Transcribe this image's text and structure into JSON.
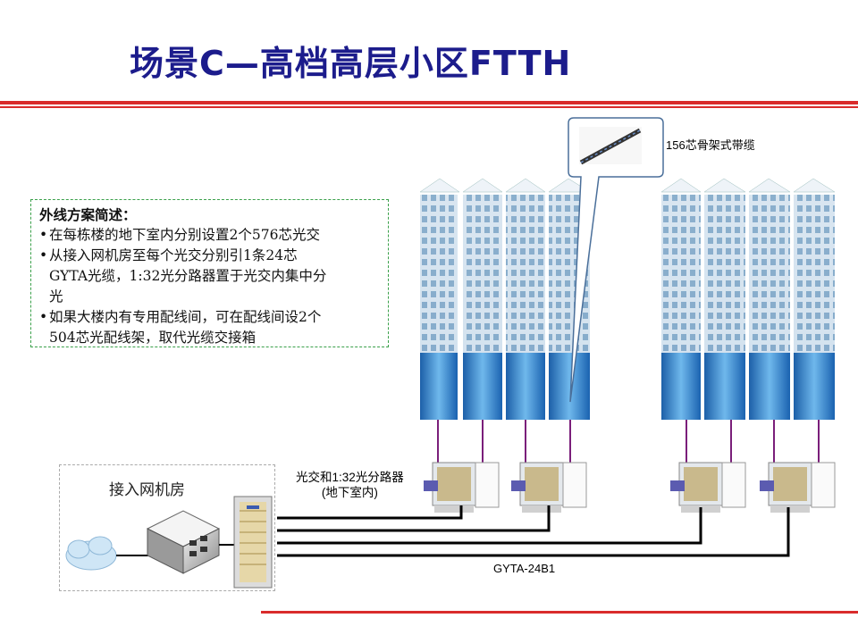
{
  "slide": {
    "title": "场景C—高档高层小区FTTH"
  },
  "summary": {
    "heading": "外线方案简述：",
    "bullets": [
      "在每栋楼的地下室内分别设置2个576芯光交",
      "从接入网机房至每个光交分别引1条24芯",
      "GYTA光缆，1:32光分路器置于光交内集中分",
      "光",
      "如果大楼内有专用配线间，可在配线间设2个",
      "504芯光配线架，取代光缆交接箱"
    ]
  },
  "diagram": {
    "access_room_label": "接入网机房",
    "callout_label": "156芯骨架式带缆",
    "splitter_label_line1": "光交和1:32光分路器",
    "splitter_label_line2": "(地下室内)",
    "cable_label": "GYTA-24B1",
    "colors": {
      "title": "#1c1c8c",
      "rule": "#d92b2b",
      "summary_border": "#3aa04a",
      "riser_line": "#7a1f7a",
      "cable_line": "#000000",
      "building_glass": "#2f8fd8"
    }
  }
}
